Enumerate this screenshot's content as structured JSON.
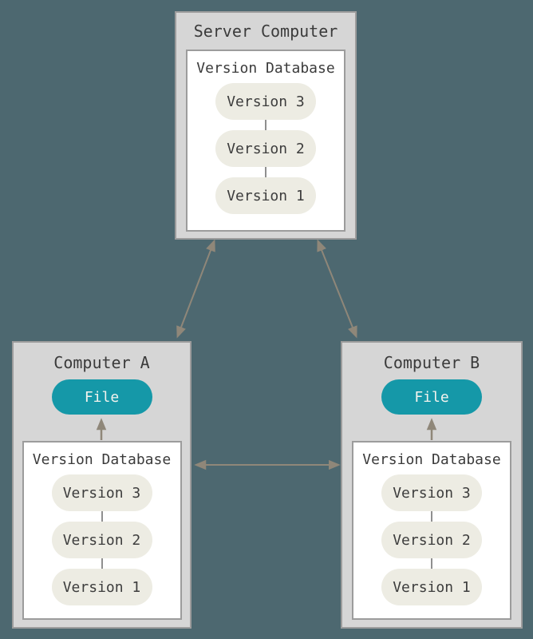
{
  "diagram": {
    "server": {
      "title": "Server Computer",
      "database": {
        "label": "Version Database",
        "versions": [
          "Version 3",
          "Version 2",
          "Version 1"
        ]
      }
    },
    "computer_a": {
      "title": "Computer A",
      "file_label": "File",
      "database": {
        "label": "Version Database",
        "versions": [
          "Version 3",
          "Version 2",
          "Version 1"
        ]
      }
    },
    "computer_b": {
      "title": "Computer B",
      "file_label": "File",
      "database": {
        "label": "Version Database",
        "versions": [
          "Version 3",
          "Version 2",
          "Version 1"
        ]
      }
    },
    "colors": {
      "background": "#4d6870",
      "box_fill": "#d6d6d6",
      "box_border": "#9c9c9c",
      "panel_fill": "#ffffff",
      "version_pill_fill": "#edece3",
      "file_pill_fill": "#1598a8",
      "file_pill_text": "#f4f3ee",
      "text": "#3b3b3b",
      "arrow": "#8f8779"
    }
  }
}
